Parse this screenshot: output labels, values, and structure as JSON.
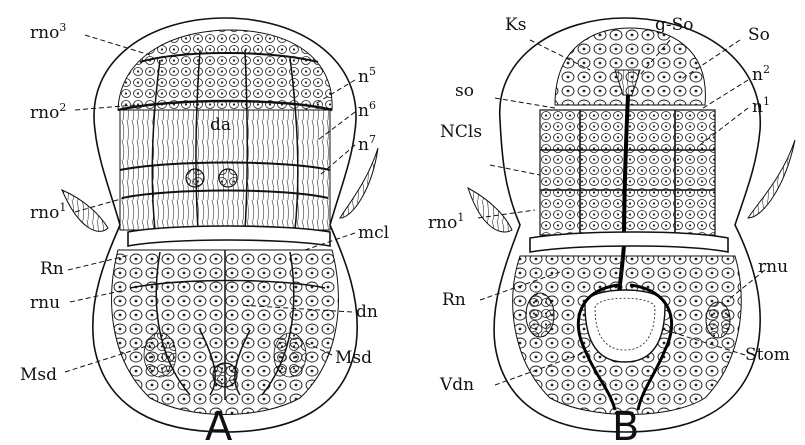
{
  "panels": [
    {
      "id": "A",
      "letter": "A",
      "labels": {
        "rno3": {
          "base": "rno",
          "sup": "3"
        },
        "rno2": {
          "base": "rno",
          "sup": "2"
        },
        "rno1": {
          "base": "rno",
          "sup": "1"
        },
        "n5": {
          "base": "n",
          "sup": "5"
        },
        "n6": {
          "base": "n",
          "sup": "6"
        },
        "n7": {
          "base": "n",
          "sup": "7"
        },
        "da": {
          "base": "da",
          "sup": ""
        },
        "mcl": {
          "base": "mcl",
          "sup": ""
        },
        "Rn": {
          "base": "Rn",
          "sup": ""
        },
        "rnu": {
          "base": "rnu",
          "sup": ""
        },
        "dn": {
          "base": "dn",
          "sup": ""
        },
        "Msd_left": {
          "base": "Msd",
          "sup": ""
        },
        "Msd_right": {
          "base": "Msd",
          "sup": ""
        }
      }
    },
    {
      "id": "B",
      "letter": "B",
      "labels": {
        "Ks": {
          "base": "Ks",
          "sup": ""
        },
        "gSo": {
          "base": "g-So",
          "sup": ""
        },
        "So": {
          "base": "So",
          "sup": ""
        },
        "so": {
          "base": "so",
          "sup": ""
        },
        "n2": {
          "base": "n",
          "sup": "2"
        },
        "n1": {
          "base": "n",
          "sup": "1"
        },
        "NCls": {
          "base": "NCls",
          "sup": ""
        },
        "rno1": {
          "base": "rno",
          "sup": "1"
        },
        "rnu": {
          "base": "rnu",
          "sup": ""
        },
        "Rn": {
          "base": "Rn",
          "sup": ""
        },
        "Vdn": {
          "base": "Vdn",
          "sup": ""
        },
        "Stom": {
          "base": "Stom",
          "sup": ""
        }
      }
    }
  ],
  "colors": {
    "ink": "#111111",
    "paper": "#ffffff"
  }
}
